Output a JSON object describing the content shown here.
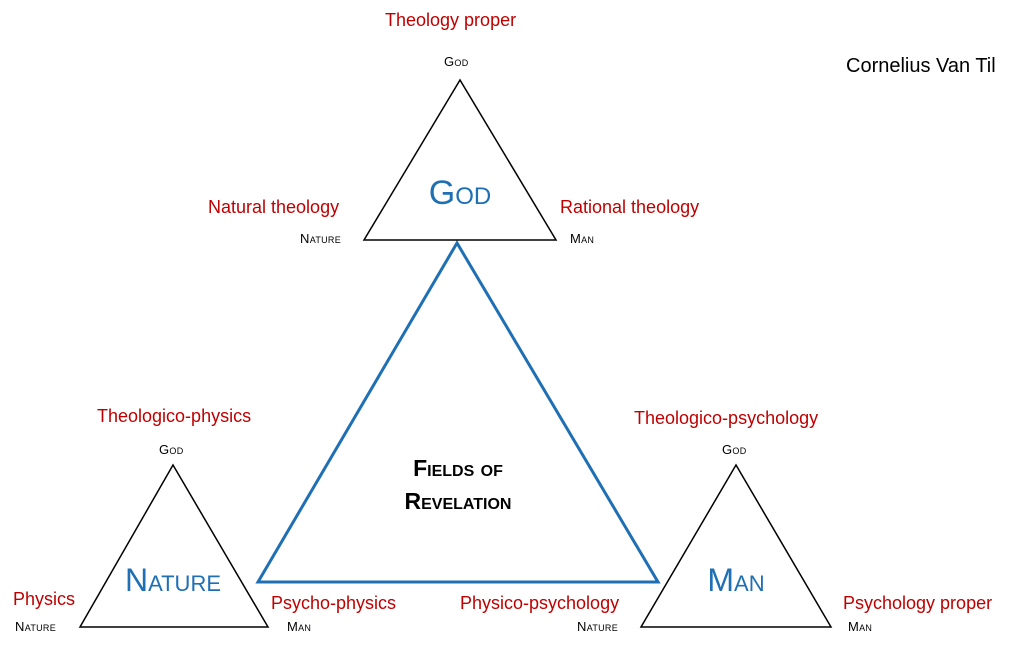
{
  "author": "Cornelius Van Til",
  "center": {
    "line1": "Fields of",
    "line2": "Revelation"
  },
  "god_triangle": {
    "title": "God",
    "top_label": "Theology proper",
    "left_label": "Natural theology",
    "right_label": "Rational theology",
    "top_corner": "God",
    "left_corner": "Nature",
    "right_corner": "Man"
  },
  "nature_triangle": {
    "title": "Nature",
    "top_label": "Theologico-physics",
    "left_label": "Physics",
    "right_label": "Psycho-physics",
    "top_corner": "God",
    "left_corner": "Nature",
    "right_corner": "Man"
  },
  "man_triangle": {
    "title": "Man",
    "top_label": "Theologico-psychology",
    "left_label": "Physico-psychology",
    "right_label": "Psychology proper",
    "top_corner": "God",
    "left_corner": "Nature",
    "right_corner": "Man"
  },
  "colors": {
    "red_label": "#c00000",
    "blue_accent": "#1f6fb5",
    "black": "#000000"
  }
}
